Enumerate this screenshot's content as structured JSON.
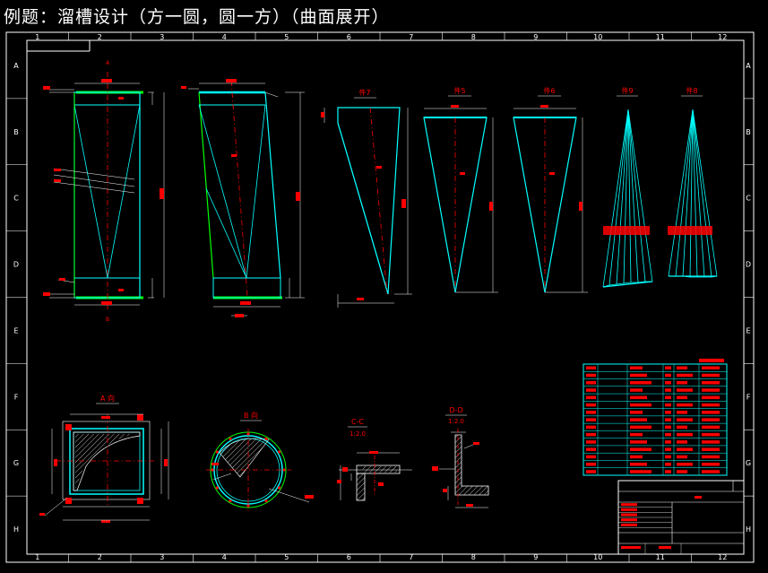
{
  "title": "例题：溜槽设计（方一圆，圆一方）（曲面展开）",
  "columns": [
    "1",
    "2",
    "3",
    "4",
    "5",
    "6",
    "7",
    "8",
    "9",
    "10",
    "11",
    "12"
  ],
  "rows": [
    "A",
    "B",
    "C",
    "D",
    "E",
    "F",
    "G",
    "H"
  ],
  "views": {
    "piece7": "件7",
    "piece5": "件5",
    "piece6": "件6",
    "piece9": "件9",
    "piece8": "件8",
    "sectionA": "A 向",
    "sectionB": "B 向",
    "sectionC": "C-C",
    "scaleC": "1:2.0",
    "sectionD": "D-D",
    "scaleD": "1:2.0"
  },
  "colors": {
    "cyan": "#00ffff",
    "green": "#00ff00",
    "red": "#ff0000",
    "white": "#ffffff",
    "yellow": "#ffff00"
  }
}
